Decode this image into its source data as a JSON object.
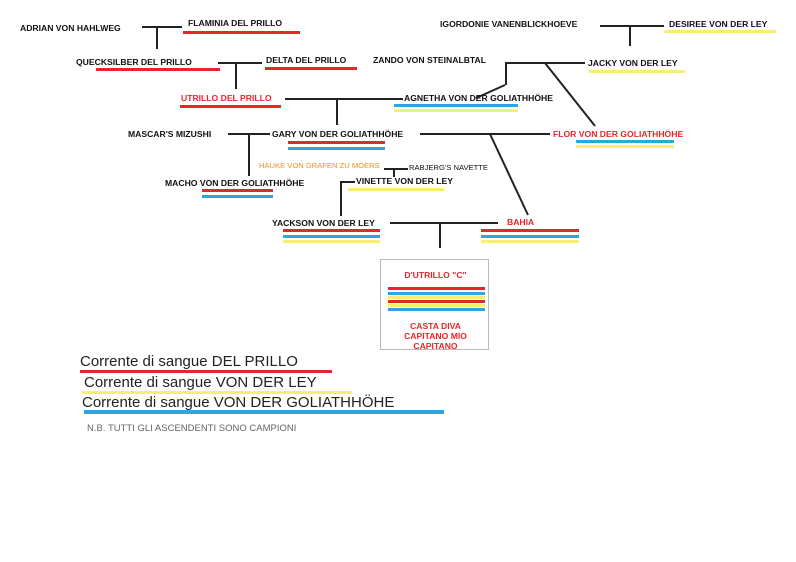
{
  "colors": {
    "del_prillo": "#e8262a",
    "von_der_ley": "#f6ef72",
    "goliathhohe": "#2fa5e0",
    "line": "#222222",
    "orange_name": "#f28c1a"
  },
  "dogs": {
    "adrian": "ADRIAN VON HAHLWEG",
    "flaminia": "FLAMINIA DEL PRILLO",
    "igordonie": "IGORDONIE VANENBLICKHOEVE",
    "desiree": "DESIREE VON DER LEY",
    "quecksilber": "QUECKSILBER DEL PRILLO",
    "delta": "DELTA DEL PRILLO",
    "zando": "ZANDO VON STEINALBTAL",
    "jacky": "JACKY VON DER LEY",
    "utrillo": "UTRILLO DEL PRILLO",
    "agnetha": "AGNETHA VON DER GOLIATHHÖHE",
    "mascar": "MASCAR'S MIZUSHI",
    "gary": "GARY VON DER GOLIATHHÖHE",
    "flor": "FLOR VON DER GOLIATHHÖHE",
    "hauke": "HAUKE VON GRAFEN ZU MOERS",
    "rabjerg": "RABJERG'S NAVETTE",
    "macho": "MACHO VON DER GOLIATHHÖHE",
    "vinette": "VINETTE VON DER LEY",
    "yackson": "YACKSON VON DER LEY",
    "bahia": "BAHIA"
  },
  "offspring": {
    "name": "D'UTRILLO \"C\"",
    "line1": "CASTA DIVA",
    "line2": "CAPITANO MIO CAPITANO"
  },
  "legend": [
    {
      "text": "Corrente di sangue DEL PRILLO",
      "color": "#e8262a"
    },
    {
      "text": "Corrente di sangue VON DER LEY",
      "color": "#f6ef72"
    },
    {
      "text": "Corrente di sangue VON DER GOLIATHHÖHE",
      "color": "#2fa5e0"
    }
  ],
  "note": "N.B.  TUTTI GLI ASCENDENTI SONO CAMPIONI"
}
